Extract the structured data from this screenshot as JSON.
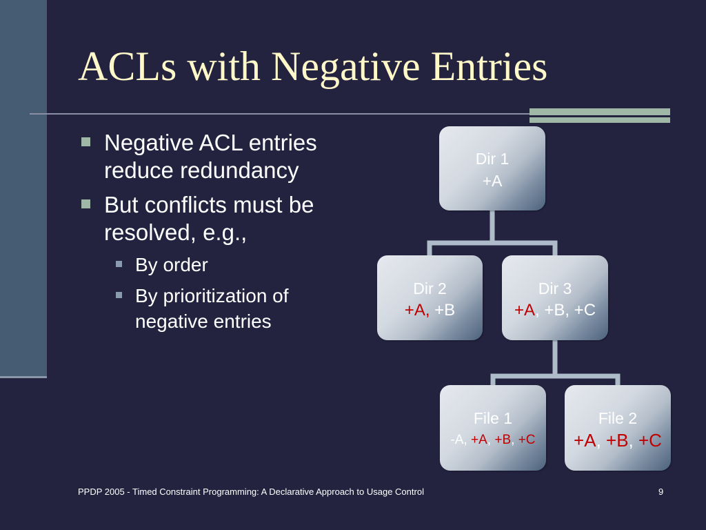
{
  "slide": {
    "title": "ACLs with Negative Entries",
    "bullets": [
      {
        "text": "Negative ACL entries reduce redundancy"
      },
      {
        "text": "But conflicts must be resolved, e.g.,",
        "sub_bullets": [
          {
            "text": "By order"
          },
          {
            "text": "By prioritization of negative entries"
          }
        ]
      }
    ],
    "footer": "PPDP 2005 - Timed Constraint Programming: A Declarative Approach to Usage Control",
    "page_number": "9"
  },
  "tree": {
    "root": {
      "name": "Dir 1",
      "acl": [
        {
          "text": "+A",
          "color": "#ffffff"
        }
      ],
      "children": [
        {
          "name": "Dir 2",
          "acl": [
            {
              "text": "+A,",
              "color": "#c00000"
            },
            {
              "text": " +B",
              "color": "#ffffff"
            }
          ]
        },
        {
          "name": "Dir 3",
          "acl": [
            {
              "text": "+A",
              "color": "#c00000"
            },
            {
              "text": ", +B, +C",
              "color": "#ffffff"
            }
          ],
          "children": [
            {
              "name": "File 1",
              "acl": [
                {
                  "text": "-A, ",
                  "color": "#ffffff"
                },
                {
                  "text": "+A",
                  "color": "#c00000"
                },
                {
                  "text": ", ",
                  "color": "#ffffff"
                },
                {
                  "text": "+B",
                  "color": "#c00000"
                },
                {
                  "text": ", ",
                  "color": "#ffffff"
                },
                {
                  "text": "+C",
                  "color": "#c00000"
                }
              ]
            },
            {
              "name": "File 2",
              "acl": [
                {
                  "text": "+A",
                  "color": "#c00000"
                },
                {
                  "text": ", ",
                  "color": "#ffffff"
                },
                {
                  "text": "+B",
                  "color": "#c00000"
                },
                {
                  "text": ", ",
                  "color": "#ffffff"
                },
                {
                  "text": "+C",
                  "color": "#c00000"
                }
              ]
            }
          ]
        }
      ]
    }
  },
  "colors": {
    "background": "#232340",
    "title": "#fff8c8",
    "body_text": "#ffffff",
    "left_bar": "#465c73",
    "left_bar_edge": "#8a97a8",
    "title_rule": "#8b8fa6",
    "accent_bar": "#9fb7a7",
    "bullet": "#9fb7a7",
    "sub_bullet": "#8a9bb0",
    "connector": "#aebbc9",
    "highlight_red": "#c00000"
  }
}
